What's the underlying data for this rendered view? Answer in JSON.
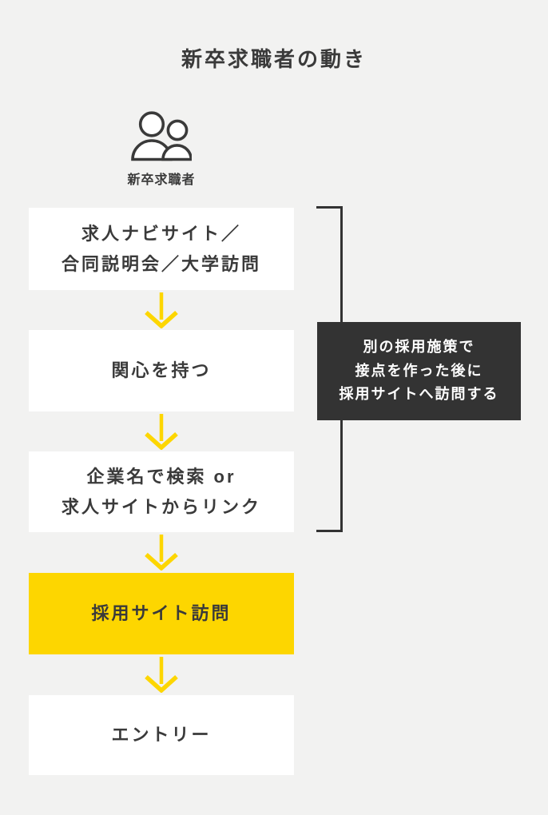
{
  "title": "新卒求職者の動き",
  "actor": {
    "icon": "people-icon",
    "label": "新卒求職者"
  },
  "flow": {
    "steps": [
      {
        "id": "step-1",
        "lines": [
          "求人ナビサイト／",
          "合同説明会／大学訪問"
        ],
        "highlight": false
      },
      {
        "id": "step-2",
        "lines": [
          "関心を持つ"
        ],
        "highlight": false
      },
      {
        "id": "step-3",
        "lines": [
          "企業名で検索 or",
          "求人サイトからリンク"
        ],
        "highlight": false
      },
      {
        "id": "step-4",
        "lines": [
          "採用サイト訪問"
        ],
        "highlight": true
      },
      {
        "id": "step-5",
        "lines": [
          "エントリー"
        ],
        "highlight": false
      }
    ],
    "arrow_icon": "arrow-down-icon",
    "arrow_count": 4
  },
  "annotation": {
    "lines": [
      "別の採用施策で",
      "接点を作った後に",
      "採用サイトへ訪問する"
    ],
    "applies_to_steps": [
      "step-1",
      "step-2",
      "step-3"
    ]
  },
  "colors": {
    "background": "#F2F2F1",
    "box": "#FFFFFF",
    "highlight": "#FDD600",
    "arrow": "#FDD600",
    "text": "#3A3A3A",
    "annotation_background": "#333333",
    "annotation_text": "#FFFFFF",
    "bracket": "#333333"
  }
}
